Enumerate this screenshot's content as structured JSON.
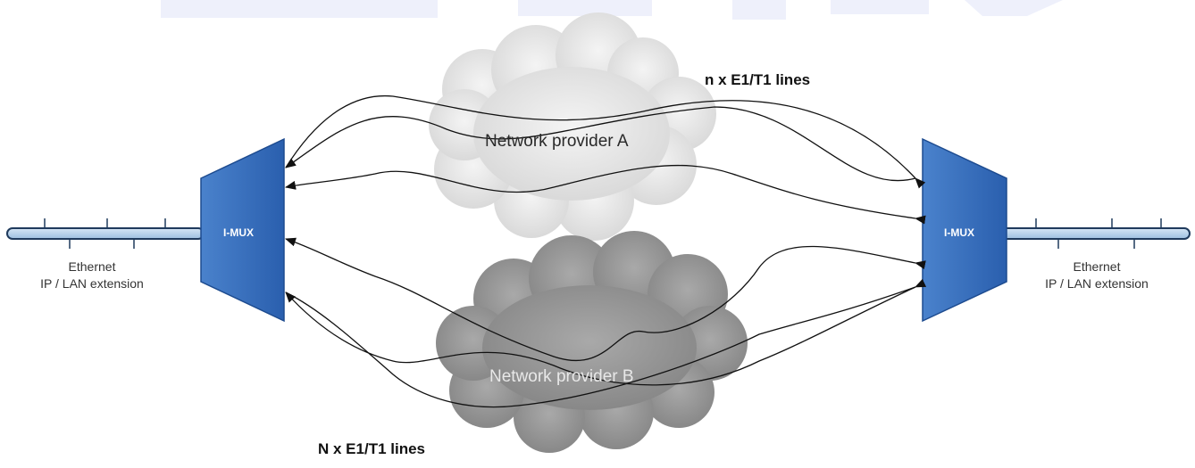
{
  "diagram": {
    "top_lines_label": "n  x E1/T1 lines",
    "bottom_lines_label": "N x E1/T1 lines",
    "cloud_a": {
      "label": "Network provider A",
      "fill": "#e6e6e6",
      "text_color": "#2a2a2a"
    },
    "cloud_b": {
      "label": "Network provider B",
      "fill": "#9a9a9a",
      "text_color": "#e8e8e8"
    },
    "mux_left": {
      "label": "I-MUX"
    },
    "mux_right": {
      "label": "I-MUX"
    },
    "ethernet_left": {
      "line1": "Ethernet",
      "line2": "IP / LAN extension"
    },
    "ethernet_right": {
      "line1": "Ethernet",
      "line2": "IP / LAN extension"
    }
  },
  "colors": {
    "mux_fill": "#2e68b8",
    "mux_edge": "#1d4b8f",
    "bus_fill": "#b7d2ea",
    "bus_edge": "#1f3a5c",
    "line_color": "#111111",
    "watermark": "#eef0fb"
  },
  "icons": {
    "mux": "trapezoid-multiplexer",
    "cloud": "cloud-shape",
    "arrow": "arrowhead"
  }
}
